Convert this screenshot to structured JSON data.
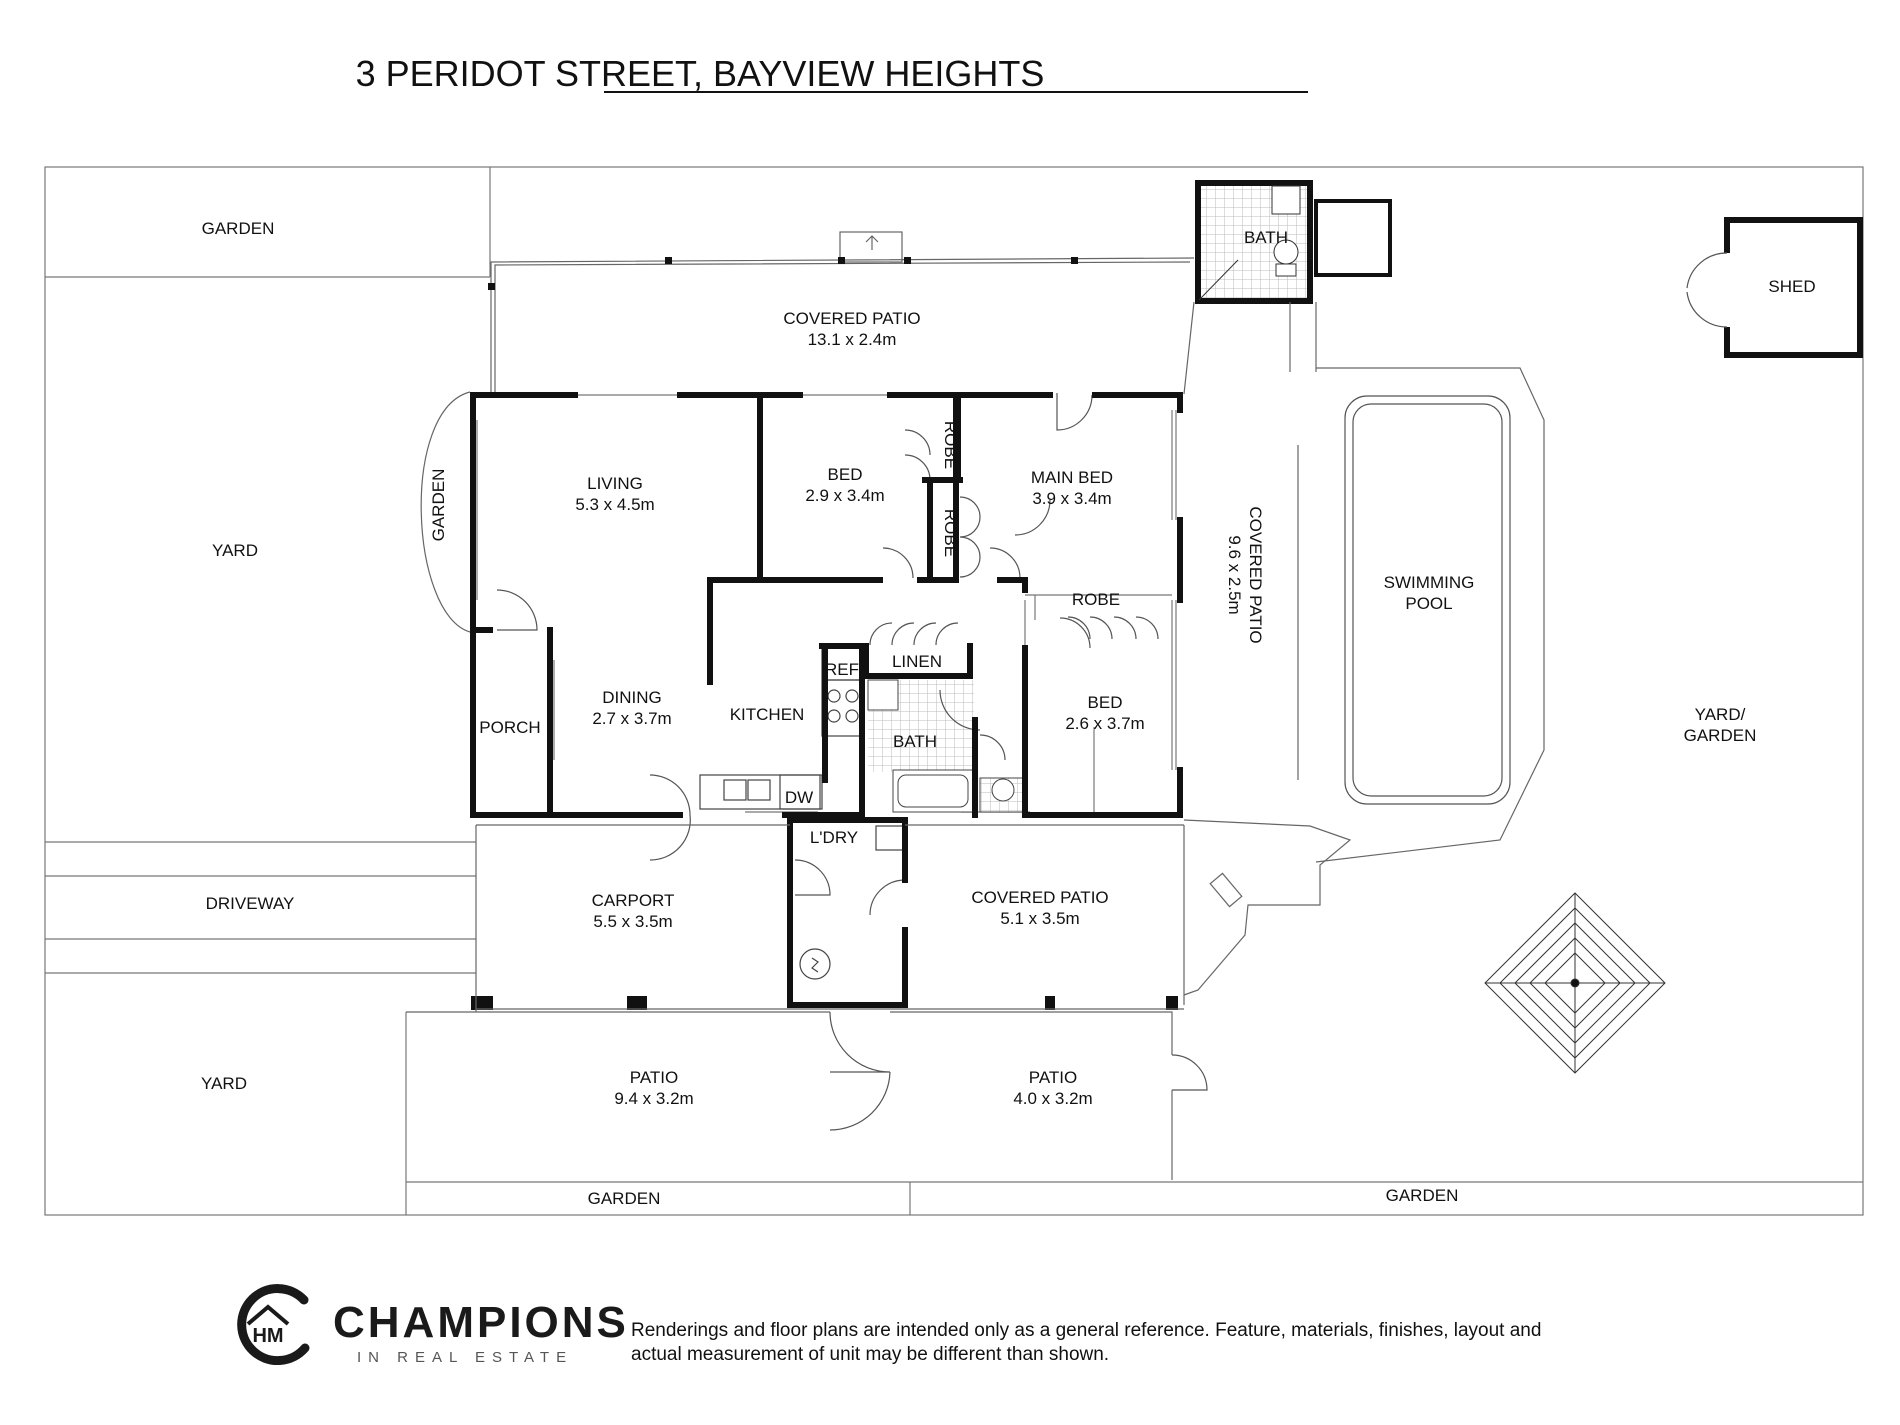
{
  "title": "3 PERIDOT STREET, BAYVIEW HEIGHTS",
  "rooms": {
    "garden_top_left": "GARDEN",
    "covered_patio_top": {
      "name": "COVERED PATIO",
      "size": "13.1 x 2.4m"
    },
    "bath_outdoor": "BATH",
    "shed": "SHED",
    "garden_side": "GARDEN",
    "living": {
      "name": "LIVING",
      "size": "5.3 x 4.5m"
    },
    "bed_1": {
      "name": "BED",
      "size": "2.9 x 3.4m"
    },
    "robe_1": "ROBE",
    "robe_2": "ROBE",
    "main_bed": {
      "name": "MAIN BED",
      "size": "3.9 x 3.4m"
    },
    "covered_patio_side": {
      "name": "COVERED PATIO",
      "size": "9.6 x 2.5m"
    },
    "swimming_pool": {
      "line1": "SWIMMING",
      "line2": "POOL"
    },
    "yard_left": "YARD",
    "robe_3": "ROBE",
    "linen": "LINEN",
    "ref": "REF",
    "dining": {
      "name": "DINING",
      "size": "2.7 x 3.7m"
    },
    "kitchen": "KITCHEN",
    "bath_main": "BATH",
    "bed_2": {
      "name": "BED",
      "size": "2.6 x 3.7m"
    },
    "porch": "PORCH",
    "dw": "DW",
    "yard_garden": {
      "line1": "YARD/",
      "line2": "GARDEN"
    },
    "laundry": "L'DRY",
    "driveway": "DRIVEWAY",
    "carport": {
      "name": "CARPORT",
      "size": "5.5 x 3.5m"
    },
    "covered_patio_rear": {
      "name": "COVERED PATIO",
      "size": "5.1 x 3.5m"
    },
    "yard_bottom": "YARD",
    "patio_left": {
      "name": "PATIO",
      "size": "9.4 x 3.2m"
    },
    "patio_right": {
      "name": "PATIO",
      "size": "4.0 x 3.2m"
    },
    "garden_bottom_left": "GARDEN",
    "garden_bottom_right": "GARDEN"
  },
  "footer": {
    "brand_name": "CHAMPIONS",
    "brand_tagline": "IN REAL ESTATE",
    "logo_letters": "HM",
    "disclaimer_line1": "Renderings and floor plans are intended only as a general reference. Feature, materials, finishes, layout and",
    "disclaimer_line2": "actual measurement of unit may be different than shown."
  },
  "colors": {
    "wall": "#111111",
    "line": "#555555",
    "background": "#ffffff"
  }
}
